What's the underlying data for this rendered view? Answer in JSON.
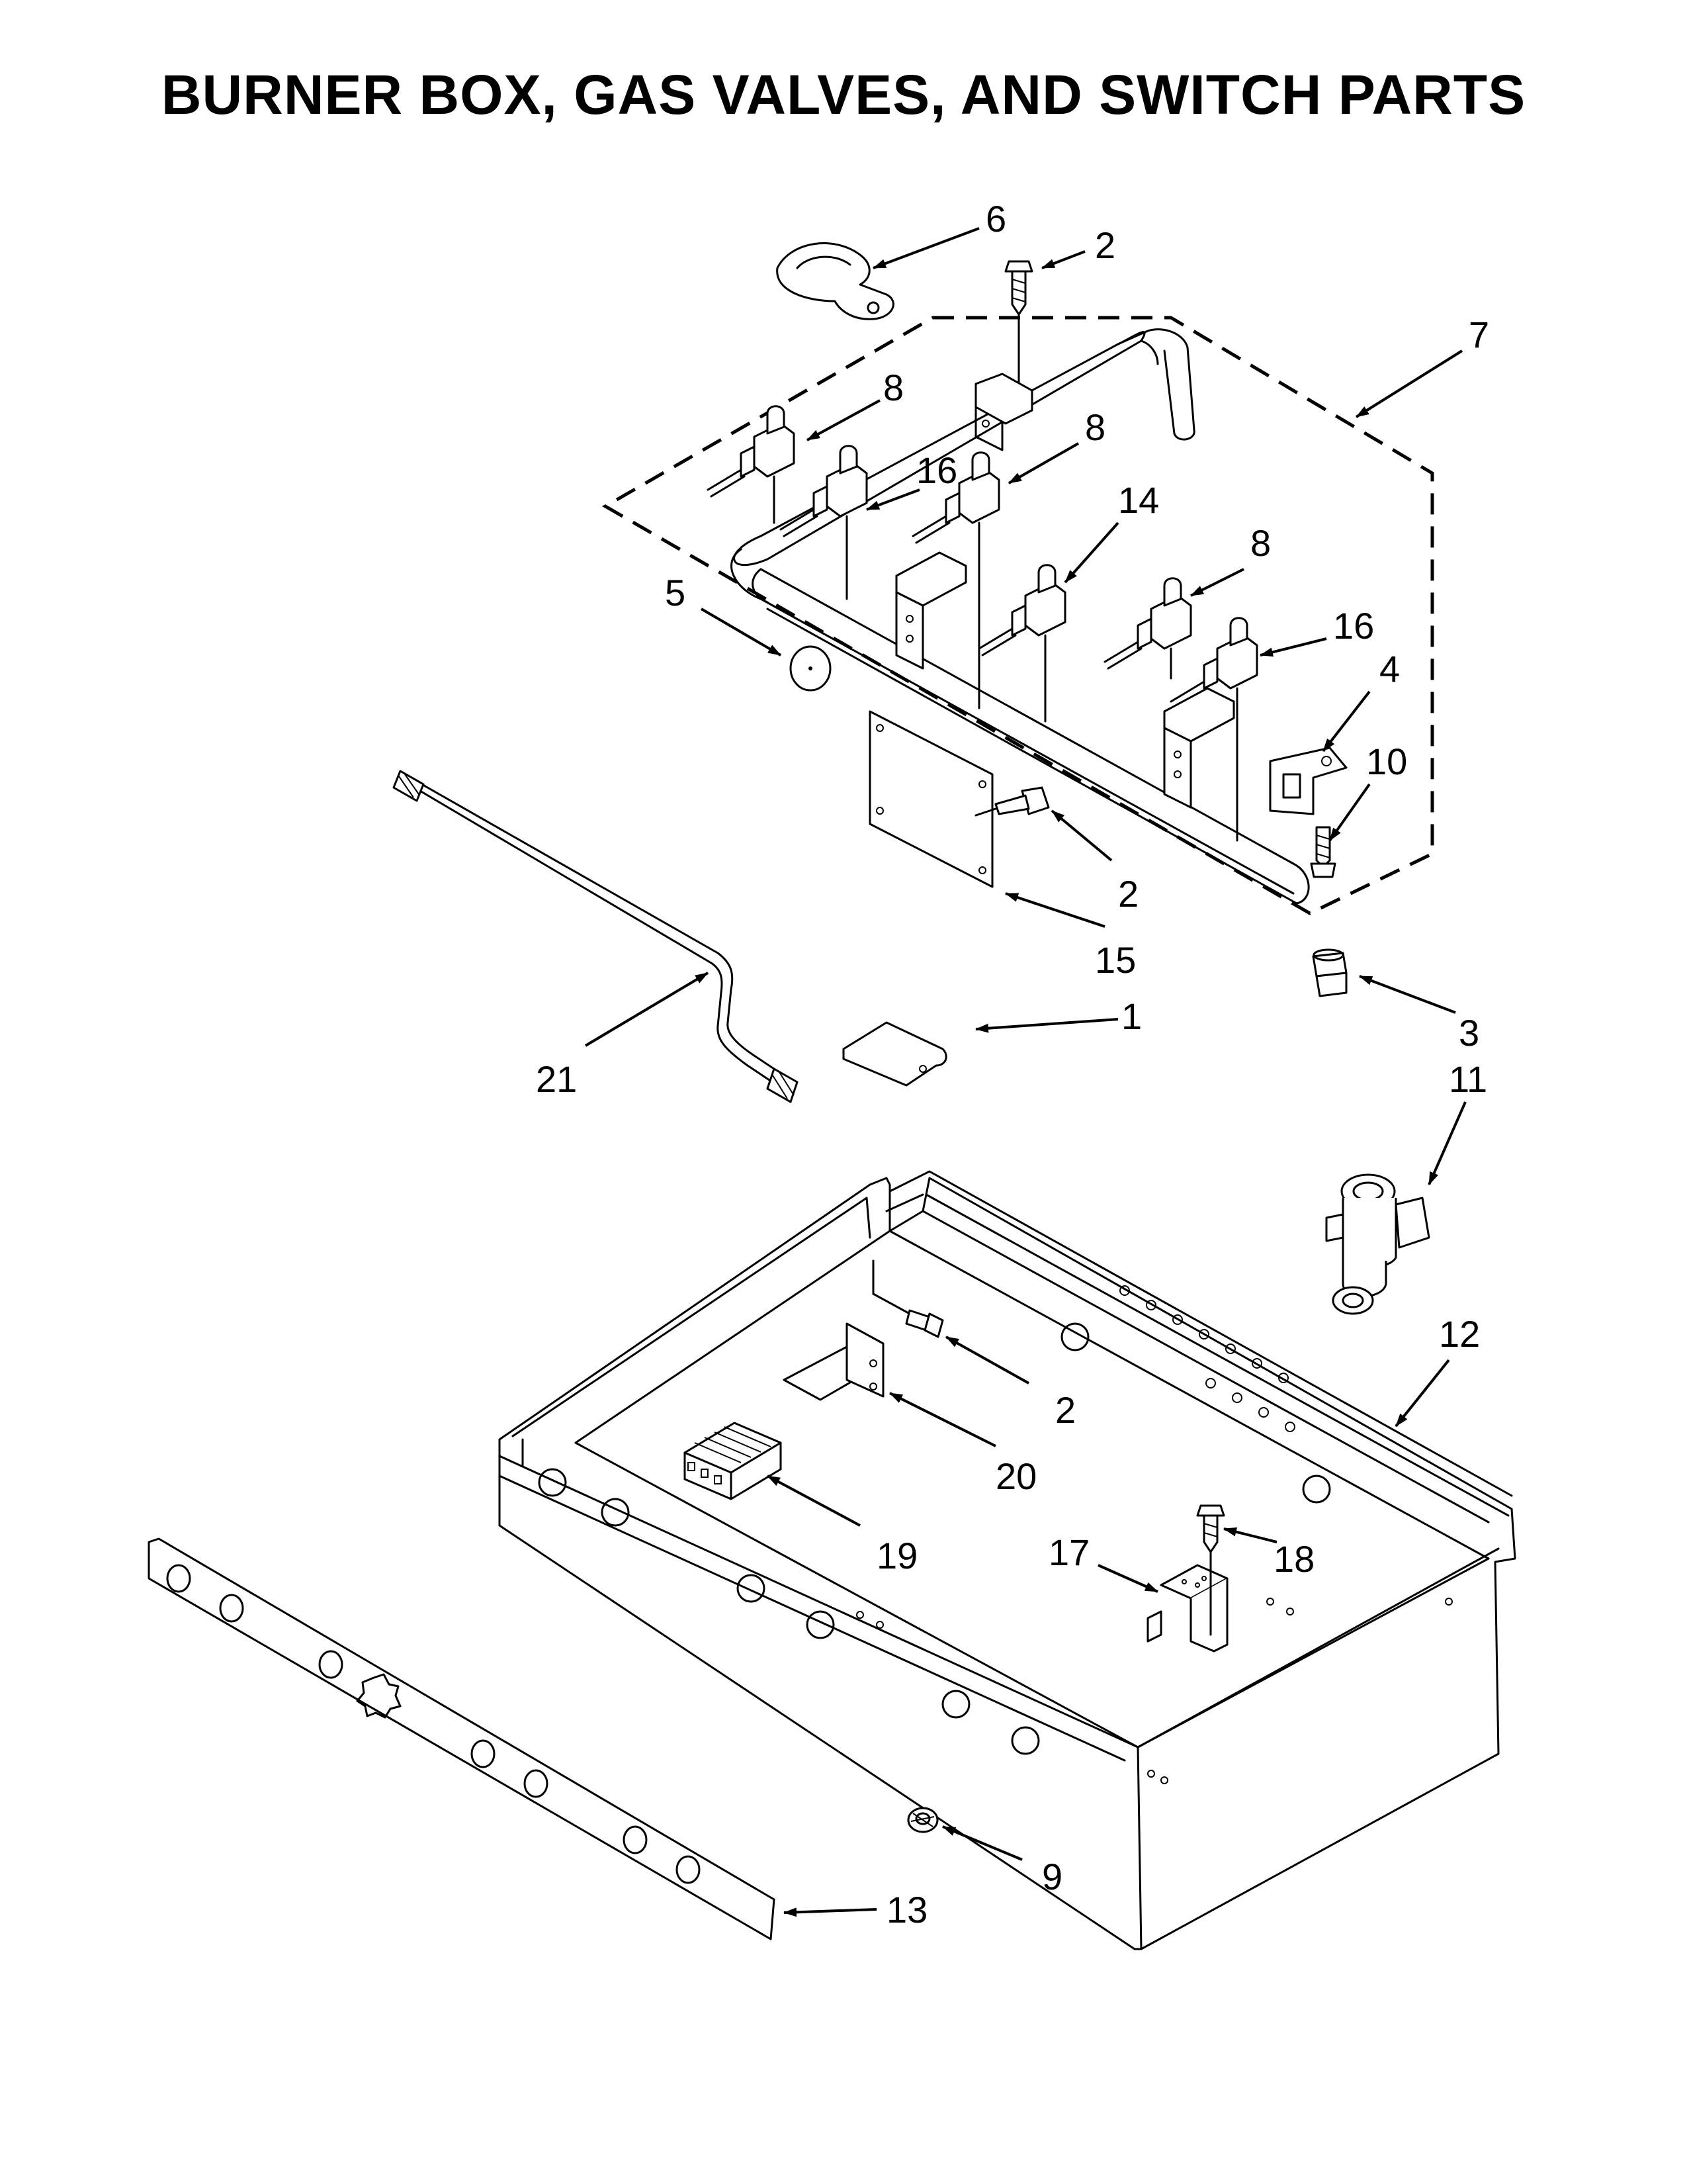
{
  "title": "BURNER BOX, GAS VALVES, AND SWITCH PARTS",
  "callouts": [
    "6",
    "2",
    "7",
    "8",
    "8",
    "16",
    "14",
    "8",
    "16",
    "4",
    "10",
    "5",
    "2",
    "15",
    "1",
    "3",
    "11",
    "21",
    "12",
    "2",
    "20",
    "19",
    "17",
    "18",
    "9",
    "13"
  ]
}
